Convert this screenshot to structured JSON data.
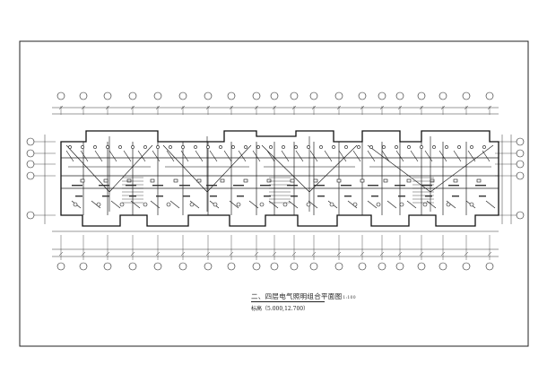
{
  "drawing": {
    "title": "二、四层电气照明组合平面图",
    "scale": "1:100",
    "subtitle": "标高（5.000,12.700）"
  },
  "colors": {
    "line": "#1a1a1a",
    "background": "#ffffff"
  }
}
